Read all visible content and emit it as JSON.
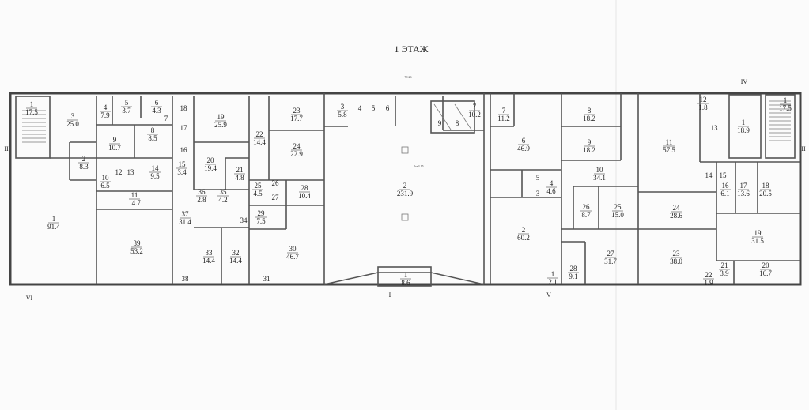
{
  "plan": {
    "title": "1 ЭТАЖ",
    "overall_dimension": "79.26",
    "axes": [
      "VI",
      "I",
      "V",
      "IV",
      "II",
      "II"
    ],
    "sections": {
      "left": [
        {
          "n": "1",
          "a": "17.5"
        },
        {
          "n": "3",
          "a": "25.0"
        },
        {
          "n": "2",
          "a": "8.3"
        },
        {
          "n": "4",
          "a": "7.9"
        },
        {
          "n": "5",
          "a": "3.7"
        },
        {
          "n": "6",
          "a": "4.3"
        },
        {
          "n": "7",
          "a": ""
        },
        {
          "n": "8",
          "a": "8.5"
        },
        {
          "n": "9",
          "a": "10.7"
        },
        {
          "n": "18",
          "a": ""
        },
        {
          "n": "17",
          "a": ""
        },
        {
          "n": "16",
          "a": ""
        },
        {
          "n": "19",
          "a": "25.9"
        },
        {
          "n": "10",
          "a": "6.5"
        },
        {
          "n": "12",
          "a": ""
        },
        {
          "n": "13",
          "a": ""
        },
        {
          "n": "14",
          "a": "9.5"
        },
        {
          "n": "15",
          "a": "3.4"
        },
        {
          "n": "20",
          "a": "19.4"
        },
        {
          "n": "21",
          "a": "4.8"
        },
        {
          "n": "22",
          "a": "14.4"
        },
        {
          "n": "11",
          "a": "14.7"
        },
        {
          "n": "1",
          "a": "91.4"
        },
        {
          "n": "39",
          "a": "53.2"
        },
        {
          "n": "37",
          "a": "31.4"
        },
        {
          "n": "36",
          "a": "2.8"
        },
        {
          "n": "35",
          "a": "4.2"
        },
        {
          "n": "34",
          "a": ""
        },
        {
          "n": "33",
          "a": "14.4"
        },
        {
          "n": "32",
          "a": "14.4"
        },
        {
          "n": "38",
          "a": ""
        },
        {
          "n": "31",
          "a": ""
        },
        {
          "n": "23",
          "a": "17.7"
        },
        {
          "n": "24",
          "a": "22.9"
        },
        {
          "n": "25",
          "a": "4.5"
        },
        {
          "n": "26",
          "a": ""
        },
        {
          "n": "27",
          "a": ""
        },
        {
          "n": "28",
          "a": "10.4"
        },
        {
          "n": "29",
          "a": "7.5"
        },
        {
          "n": "30",
          "a": "46.7"
        }
      ],
      "center": [
        {
          "n": "3",
          "a": "5.8"
        },
        {
          "n": "4",
          "a": ""
        },
        {
          "n": "5",
          "a": ""
        },
        {
          "n": "6",
          "a": ""
        },
        {
          "n": "7",
          "a": "10.2"
        },
        {
          "n": "2",
          "a": "231.9"
        },
        {
          "n": "1",
          "a": "8.6"
        },
        {
          "n": "9",
          "a": ""
        },
        {
          "n": "8",
          "a": ""
        }
      ],
      "right": [
        {
          "n": "7",
          "a": "11.2"
        },
        {
          "n": "6",
          "a": "46.9"
        },
        {
          "n": "2",
          "a": "60.2"
        },
        {
          "n": "5",
          "a": ""
        },
        {
          "n": "3",
          "a": ""
        },
        {
          "n": "4",
          "a": "4.6"
        },
        {
          "n": "8",
          "a": "18.2"
        },
        {
          "n": "9",
          "a": "18.2"
        },
        {
          "n": "10",
          "a": "34.1"
        },
        {
          "n": "26",
          "a": "8.7"
        },
        {
          "n": "25",
          "a": "15.0"
        },
        {
          "n": "28",
          "a": "9.1"
        },
        {
          "n": "27",
          "a": "31.7"
        },
        {
          "n": "1",
          "a": "2.1"
        },
        {
          "n": "11",
          "a": "57.5"
        },
        {
          "n": "12",
          "a": "1.8"
        },
        {
          "n": "13",
          "a": ""
        },
        {
          "n": "1",
          "a": "18.9"
        },
        {
          "n": "1",
          "a": "17.5"
        },
        {
          "n": "14",
          "a": ""
        },
        {
          "n": "15",
          "a": ""
        },
        {
          "n": "16",
          "a": "6.1"
        },
        {
          "n": "17",
          "a": "13.6"
        },
        {
          "n": "18",
          "a": "20.5"
        },
        {
          "n": "24",
          "a": "28.6"
        },
        {
          "n": "19",
          "a": "31.5"
        },
        {
          "n": "23",
          "a": "38.0"
        },
        {
          "n": "21",
          "a": "3.9"
        },
        {
          "n": "20",
          "a": "16.7"
        },
        {
          "n": "22",
          "a": "1.9"
        }
      ]
    },
    "center_height_note": "h=3.15"
  }
}
